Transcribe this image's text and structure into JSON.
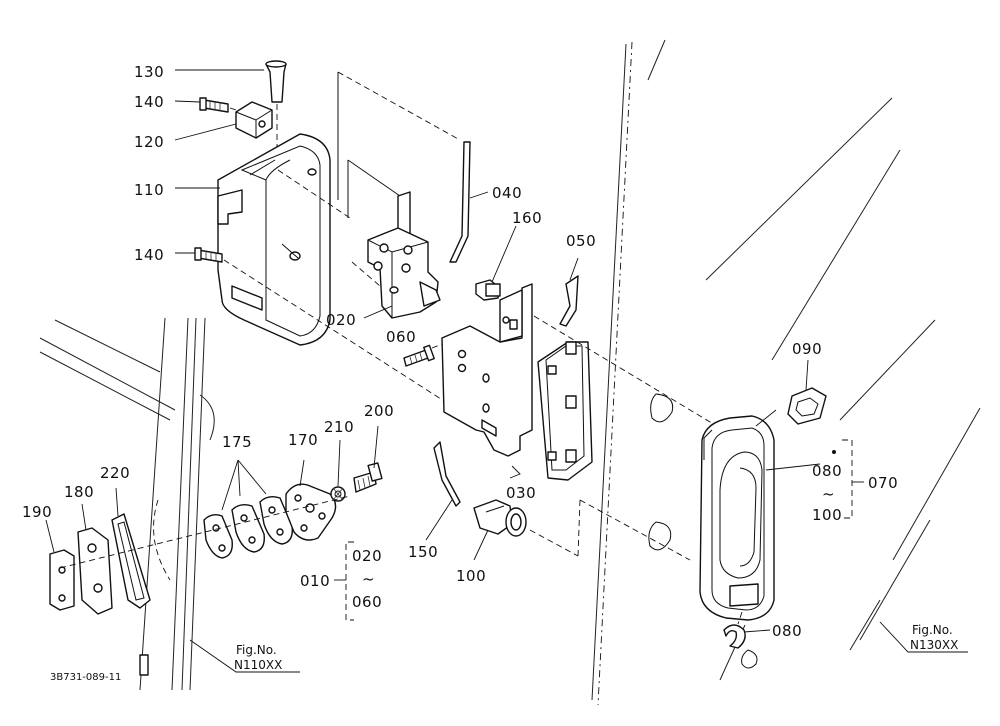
{
  "labels": {
    "p130": "130",
    "p140a": "140",
    "p120": "120",
    "p110": "110",
    "p140b": "140",
    "p040": "040",
    "p160": "160",
    "p050": "050",
    "p020": "020",
    "p060": "060",
    "p090": "090",
    "p175": "175",
    "p170": "170",
    "p210": "210",
    "p200": "200",
    "p220": "220",
    "p180": "180",
    "p190": "190",
    "p030": "030",
    "p150": "150",
    "p100": "100",
    "p080a": "080",
    "p070": "070",
    "p080b": "080",
    "grp010": {
      "name": "010",
      "from": "020",
      "tilde": "~",
      "to": "060"
    },
    "grp070": {
      "from": "080",
      "tilde": "~",
      "to": "100"
    }
  },
  "references": {
    "left_ref_title": "Fig.No.",
    "left_ref_code": "N110XX",
    "right_ref_title": "Fig.No.",
    "right_ref_code": "N130XX"
  },
  "drawing_number": "3B731-089-11",
  "colors": {
    "ink": "#111111",
    "paper": "#ffffff"
  }
}
